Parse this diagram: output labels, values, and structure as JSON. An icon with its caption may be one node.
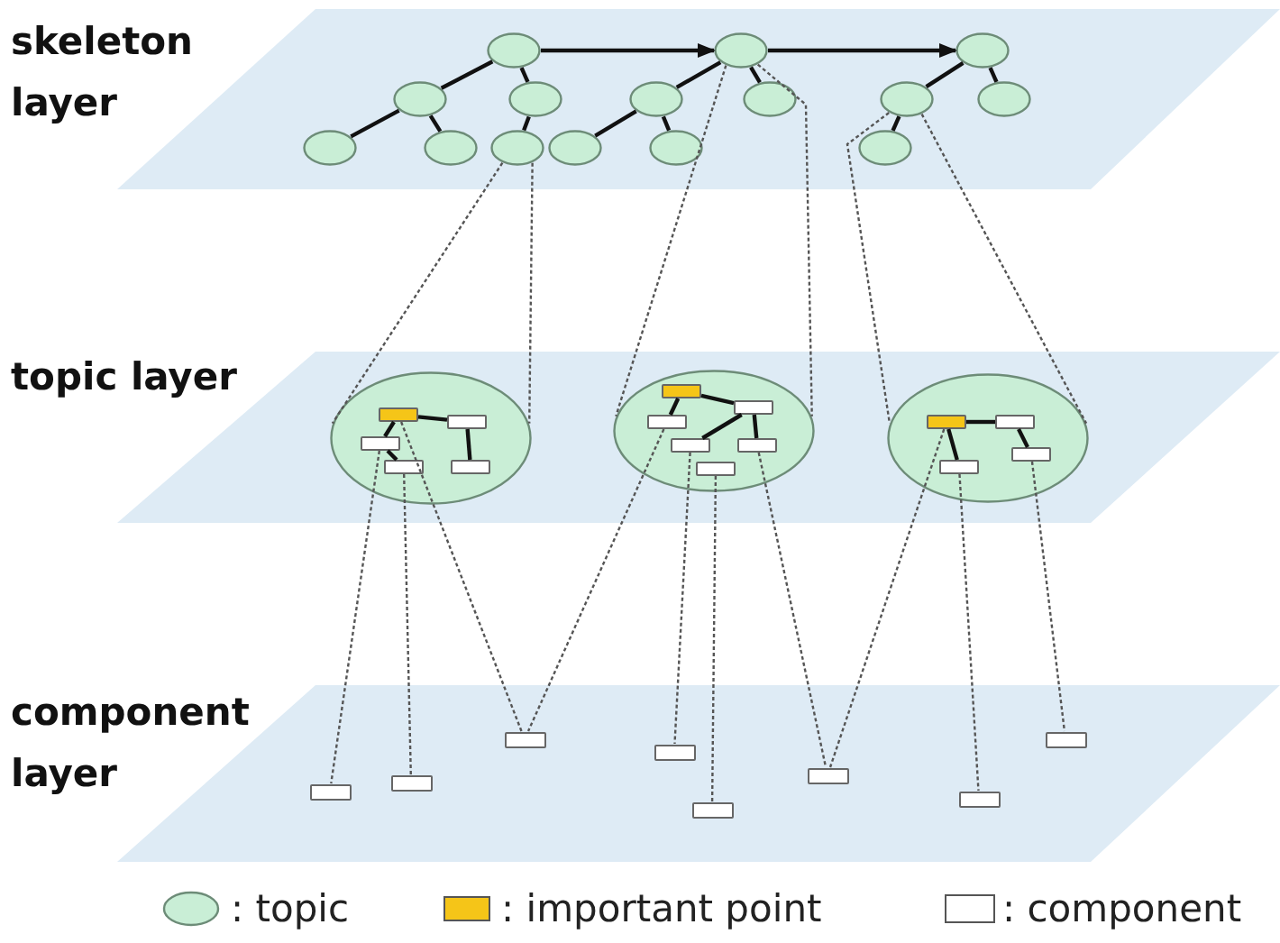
{
  "diagram": {
    "nodes": [
      {
        "text": [
          "skeleton layer"
        ]
      },
      {
        "text": [],
        "shape": "circle",
        "in": 0
      },
      {
        "text": [],
        "shape": "circle",
        "in": 0
      },
      {
        "text": [],
        "shape": "circle",
        "in": 0
      },
      {
        "text": [],
        "shape": "circle",
        "in": 0
      },
      {
        "text": [],
        "shape": "circle",
        "in": 0
      },
      {
        "text": [],
        "shape": "circle",
        "in": 0
      },
      {
        "text": [],
        "shape": "circle",
        "in": 0
      },
      {
        "text": [],
        "shape": "circle",
        "in": 0
      },
      {
        "text": [],
        "shape": "circle",
        "in": 0
      },
      {
        "text": [],
        "shape": "circle",
        "in": 0
      },
      {
        "text": [],
        "shape": "circle",
        "in": 0
      },
      {
        "text": [],
        "shape": "circle",
        "in": 0
      },
      {
        "text": [],
        "shape": "circle",
        "in": 0
      },
      {
        "text": [],
        "shape": "circle",
        "in": 0
      },
      {
        "text": [],
        "shape": "circle",
        "in": 0
      },
      {
        "text": [
          "topic layer"
        ]
      },
      {
        "text": [],
        "shape": "ellipse",
        "in": 16
      },
      {
        "text": [],
        "shape": "box",
        "in": 17
      },
      {
        "text": [],
        "shape": "box",
        "in": 17
      },
      {
        "text": [],
        "shape": "box",
        "in": 17
      },
      {
        "text": [],
        "shape": "box",
        "in": 17
      },
      {
        "text": [],
        "shape": "box",
        "in": 17
      },
      {
        "text": [],
        "shape": "ellipse",
        "in": 16
      },
      {
        "text": [],
        "shape": "box",
        "in": 23
      },
      {
        "text": [],
        "shape": "box",
        "in": 23
      },
      {
        "text": [],
        "shape": "box",
        "in": 23
      },
      {
        "text": [],
        "shape": "box",
        "in": 23
      },
      {
        "text": [],
        "shape": "box",
        "in": 23
      },
      {
        "text": [],
        "shape": "box",
        "in": 23
      },
      {
        "text": [],
        "shape": "ellipse",
        "in": 16
      },
      {
        "text": [],
        "shape": "box",
        "in": 30
      },
      {
        "text": [],
        "shape": "box",
        "in": 30
      },
      {
        "text": [],
        "shape": "box",
        "in": 30
      },
      {
        "text": [],
        "shape": "box",
        "in": 30
      },
      {
        "text": [
          "component layer"
        ]
      },
      {
        "text": [],
        "shape": "box",
        "in": 35
      },
      {
        "text": [],
        "shape": "box",
        "in": 35
      },
      {
        "text": [],
        "shape": "box",
        "in": 35
      },
      {
        "text": [],
        "shape": "box",
        "in": 35
      },
      {
        "text": [],
        "shape": "box",
        "in": 35
      },
      {
        "text": [],
        "shape": "box",
        "in": 35
      },
      {
        "text": [],
        "shape": "box",
        "in": 35
      },
      {
        "text": [],
        "shape": "box",
        "in": 35
      }
    ],
    "edges": [
      {
        "from": 1,
        "to": 7,
        "arrow": "to"
      },
      {
        "from": 7,
        "to": 12,
        "arrow": "to"
      },
      {
        "from": 1,
        "to": 2,
        "arrow": "none"
      },
      {
        "from": 1,
        "to": 3,
        "arrow": "none"
      },
      {
        "from": 2,
        "to": 4,
        "arrow": "none"
      },
      {
        "from": 2,
        "to": 5,
        "arrow": "none"
      },
      {
        "from": 3,
        "to": 6,
        "arrow": "none"
      },
      {
        "from": 7,
        "to": 8,
        "arrow": "none"
      },
      {
        "from": 7,
        "to": 9,
        "arrow": "none"
      },
      {
        "from": 8,
        "to": 10,
        "arrow": "none"
      },
      {
        "from": 8,
        "to": 11,
        "arrow": "none"
      },
      {
        "from": 12,
        "to": 13,
        "arrow": "none"
      },
      {
        "from": 12,
        "to": 14,
        "arrow": "none"
      },
      {
        "from": 13,
        "to": 15,
        "arrow": "none"
      },
      {
        "from": 6,
        "to": 17,
        "arrow": "none",
        "style": "dashed",
        "color": "#555555"
      },
      {
        "from": 6,
        "to": 17,
        "arrow": "none",
        "style": "dashed",
        "color": "#555555"
      },
      {
        "from": 7,
        "to": 23,
        "arrow": "none",
        "style": "dashed",
        "color": "#555555"
      },
      {
        "from": 7,
        "to": 23,
        "arrow": "none",
        "style": "dashed",
        "color": "#555555"
      },
      {
        "from": 13,
        "to": 30,
        "arrow": "none",
        "style": "dashed",
        "color": "#555555"
      },
      {
        "from": 13,
        "to": 30,
        "arrow": "none",
        "style": "dashed",
        "color": "#555555"
      },
      {
        "from": 18,
        "to": 19,
        "arrow": "none"
      },
      {
        "from": 18,
        "to": 20,
        "arrow": "none"
      },
      {
        "from": 20,
        "to": 21,
        "arrow": "none"
      },
      {
        "from": 19,
        "to": 22,
        "arrow": "none"
      },
      {
        "from": 24,
        "to": 25,
        "arrow": "none"
      },
      {
        "from": 24,
        "to": 26,
        "arrow": "none"
      },
      {
        "from": 25,
        "to": 27,
        "arrow": "none"
      },
      {
        "from": 25,
        "to": 28,
        "arrow": "none"
      },
      {
        "from": 31,
        "to": 32,
        "arrow": "none"
      },
      {
        "from": 31,
        "to": 34,
        "arrow": "none"
      },
      {
        "from": 32,
        "to": 33,
        "arrow": "none"
      },
      {
        "from": 20,
        "to": 36,
        "arrow": "none",
        "style": "dashed",
        "color": "#555555"
      },
      {
        "from": 21,
        "to": 37,
        "arrow": "none",
        "style": "dashed",
        "color": "#555555"
      },
      {
        "from": 18,
        "to": 38,
        "arrow": "none",
        "style": "dashed",
        "color": "#555555"
      },
      {
        "from": 26,
        "to": 38,
        "arrow": "none",
        "style": "dashed",
        "color": "#555555"
      },
      {
        "from": 27,
        "to": 39,
        "arrow": "none",
        "style": "dashed",
        "color": "#555555"
      },
      {
        "from": 29,
        "to": 40,
        "arrow": "none",
        "style": "dashed",
        "color": "#555555"
      },
      {
        "from": 28,
        "to": 41,
        "arrow": "none",
        "style": "dashed",
        "color": "#555555"
      },
      {
        "from": 31,
        "to": 41,
        "arrow": "none",
        "style": "dashed",
        "color": "#555555"
      },
      {
        "from": 34,
        "to": 42,
        "arrow": "none",
        "style": "dashed",
        "color": "#555555"
      },
      {
        "from": 33,
        "to": 43,
        "arrow": "none",
        "style": "dashed",
        "color": "#555555"
      }
    ],
    "legend": [
      {
        "text": ": topic",
        "color": "#c9eed6"
      },
      {
        "text": ": important point",
        "color": "#f5c518"
      },
      {
        "text": ": component",
        "color": "#ffffff"
      }
    ]
  }
}
